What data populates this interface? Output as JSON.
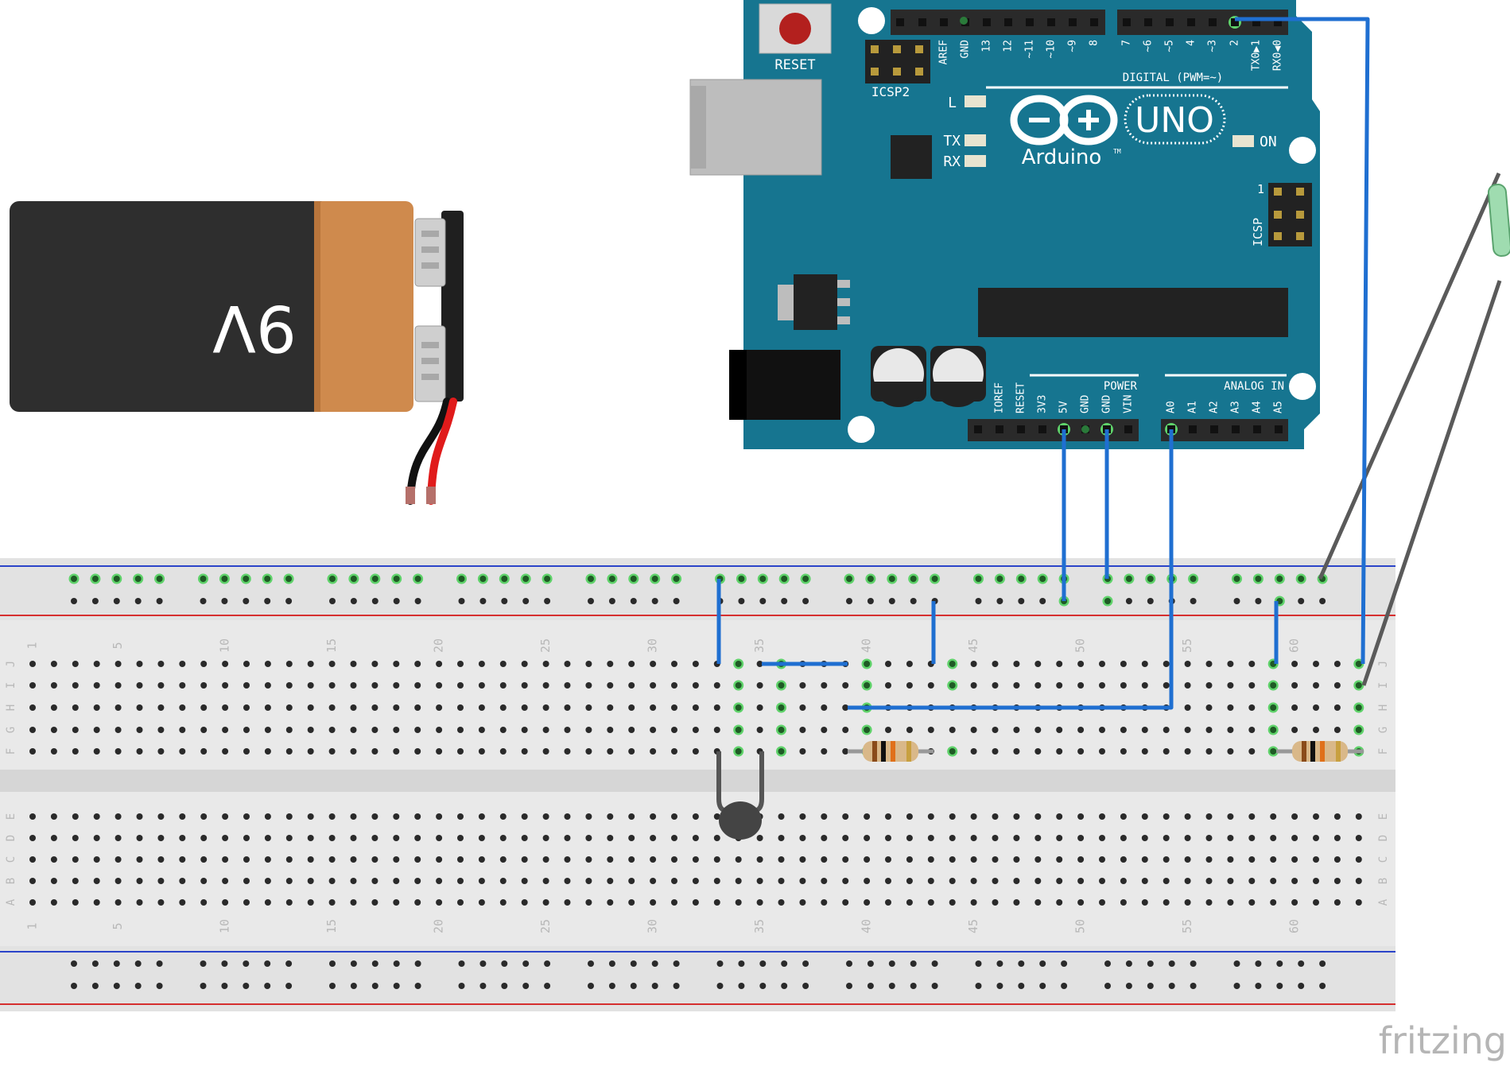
{
  "battery": {
    "label": "9V"
  },
  "arduino": {
    "reset_label": "RESET",
    "icsp2_label": "ICSP2",
    "icsp_label": "ICSP",
    "icsp_pin1_label": "1",
    "brand": "Arduino",
    "trademark": "TM",
    "model": "UNO",
    "led_l": "L",
    "led_tx": "TX",
    "led_rx": "RX",
    "led_on": "ON",
    "digital_label": "DIGITAL (PWM=~)",
    "power_label": "POWER",
    "analog_label": "ANALOG IN",
    "digital_pins_left": [
      "AREF",
      "GND",
      "13",
      "12",
      "~11",
      "~10",
      "~9",
      "8"
    ],
    "digital_pins_right": [
      "7",
      "~6",
      "~5",
      "4",
      "~3",
      "2",
      "TX0▶1",
      "RX0◀0"
    ],
    "power_pins": [
      "IOREF",
      "RESET",
      "3V3",
      "5V",
      "GND",
      "GND",
      "VIN"
    ],
    "analog_pins": [
      "A0",
      "A1",
      "A2",
      "A3",
      "A4",
      "A5"
    ]
  },
  "breadboard": {
    "column_labels": [
      "1",
      "5",
      "10",
      "15",
      "20",
      "25",
      "30",
      "35",
      "40",
      "45",
      "50",
      "55",
      "60"
    ],
    "top_row_labels": [
      "J",
      "I",
      "H",
      "G",
      "F"
    ],
    "bottom_row_labels": [
      "E",
      "D",
      "C",
      "B",
      "A"
    ]
  },
  "watermark": "fritzing",
  "colors": {
    "wire": "#1f6fd1",
    "board": "#167590",
    "breadboard": "#e9e9e9",
    "rail_red": "#d62f2f",
    "rail_blue": "#2b44c9",
    "hole_connected": "#5fd26a",
    "battery_body": "#2f2f2f",
    "battery_cap": "#d08c50"
  }
}
